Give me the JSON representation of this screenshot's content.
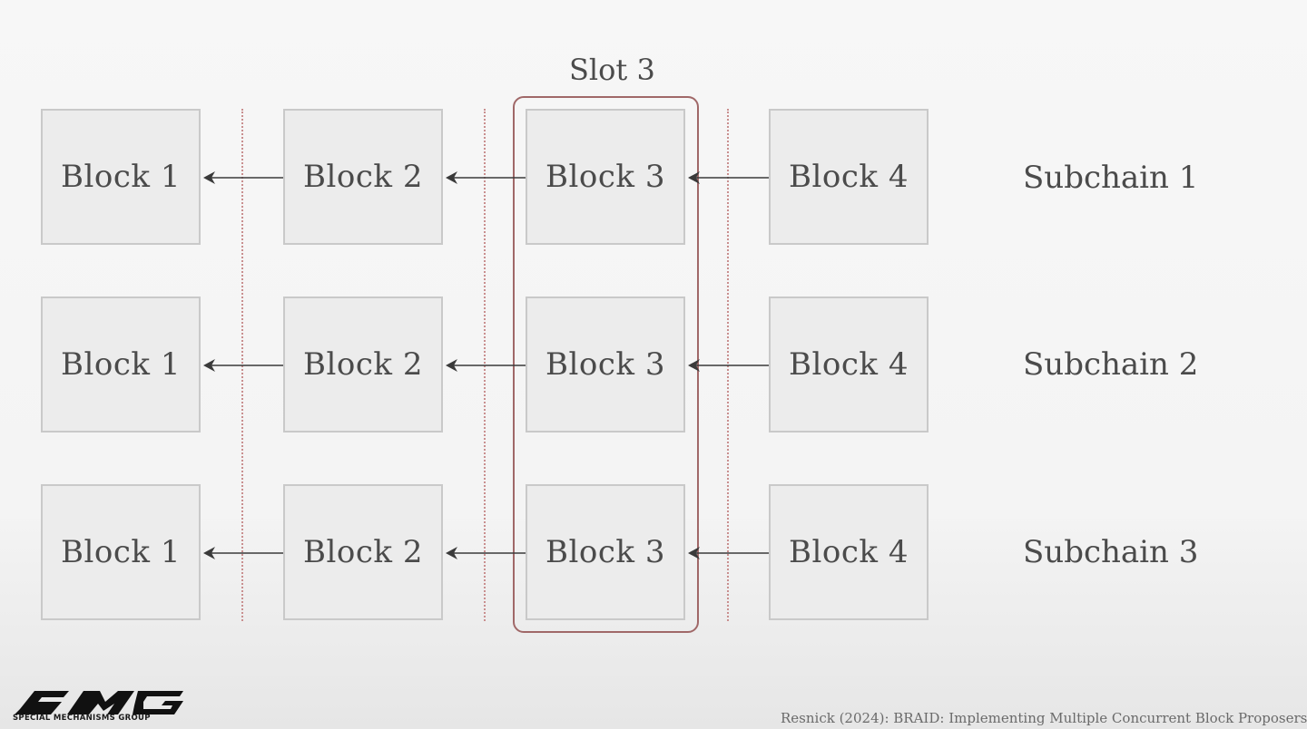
{
  "slot_label": "Slot 3",
  "rows": [
    {
      "blocks": [
        "Block 1",
        "Block 2",
        "Block 3",
        "Block 4"
      ],
      "subchain": "Subchain 1"
    },
    {
      "blocks": [
        "Block 1",
        "Block 2",
        "Block 3",
        "Block 4"
      ],
      "subchain": "Subchain 2"
    },
    {
      "blocks": [
        "Block 1",
        "Block 2",
        "Block 3",
        "Block 4"
      ],
      "subchain": "Subchain 3"
    }
  ],
  "logo": {
    "text": "SMG",
    "subtitle": "SPECIAL MECHANISMS GROUP"
  },
  "citation": "Resnick (2024): BRAID: Implementing Multiple Concurrent Block Proposers",
  "colors": {
    "block_fill": "#ececec",
    "block_border": "#c9c9c9",
    "slot_frame": "#a06868",
    "divider": "#c98f8f",
    "arrow": "#3a3a3a"
  }
}
